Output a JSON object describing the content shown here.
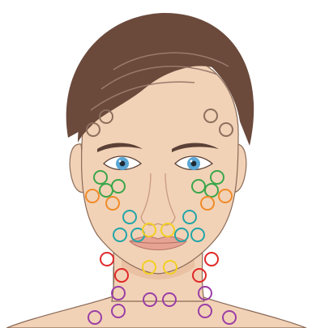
{
  "colors": {
    "background": "#ffffff",
    "skin": "#f2d2b6",
    "skin_shadow": "#e7bd9e",
    "skin_outline": "#8a6a58",
    "hair": "#6b4a3c",
    "hair_highlight": "#9a7a6c",
    "brow": "#5a4036",
    "iris": "#5aa7d6",
    "pupil": "#1f2a33",
    "lips": "#e6a394",
    "lip_line": "#b57266"
  },
  "marker_groups": [
    {
      "zone": "forehead",
      "color": "#8c6f5e",
      "count": 4
    },
    {
      "zone": "under-eye",
      "color": "#3aa64a",
      "count": 6
    },
    {
      "zone": "cheekbone",
      "color": "#f08b2a",
      "count": 4
    },
    {
      "zone": "nose-side",
      "color": "#22a5a8",
      "count": 6
    },
    {
      "zone": "lips",
      "color": "#f2cf21",
      "count": 4
    },
    {
      "zone": "jawline",
      "color": "#e02828",
      "count": 4
    },
    {
      "zone": "neck",
      "color": "#9a3ea6",
      "count": 8
    }
  ]
}
